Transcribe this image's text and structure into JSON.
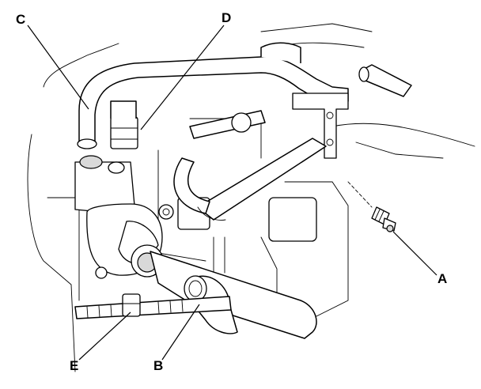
{
  "callouts": {
    "a": "A",
    "b": "B",
    "c": "C",
    "d": "D",
    "e": "E"
  },
  "colors": {
    "line": "#000000",
    "background": "#ffffff",
    "shade": "#d9d9d9"
  }
}
